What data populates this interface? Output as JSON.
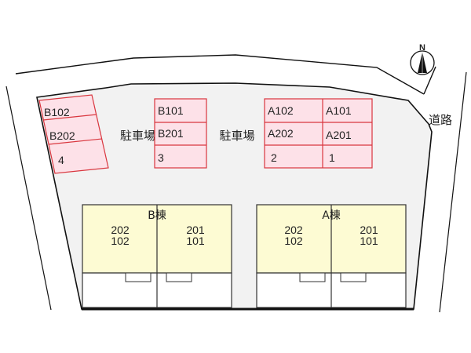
{
  "colors": {
    "lot_fill": "#f2f2f2",
    "parking_fill": "#fde1e8",
    "parking_stroke": "#d9363e",
    "building_fill": "#fdfbd3",
    "building_lower_fill": "#ffffff",
    "line": "#111111"
  },
  "compass": {
    "label": "N"
  },
  "road": {
    "label": "道路"
  },
  "parking_labels": {
    "left": "駐車場",
    "right": "駐車場"
  },
  "parking": {
    "group_b_left": [
      "B102",
      "B202",
      "4"
    ],
    "group_b_mid": [
      "B101",
      "B201",
      "3"
    ],
    "group_a_left": [
      "A102",
      "A202",
      "2"
    ],
    "group_a_right": [
      "A101",
      "A201",
      "1"
    ]
  },
  "buildings": {
    "b": {
      "title": "B棟",
      "units": [
        {
          "upper": "202",
          "lower": "102"
        },
        {
          "upper": "201",
          "lower": "101"
        }
      ]
    },
    "a": {
      "title": "A棟",
      "units": [
        {
          "upper": "202",
          "lower": "102"
        },
        {
          "upper": "201",
          "lower": "101"
        }
      ]
    }
  }
}
